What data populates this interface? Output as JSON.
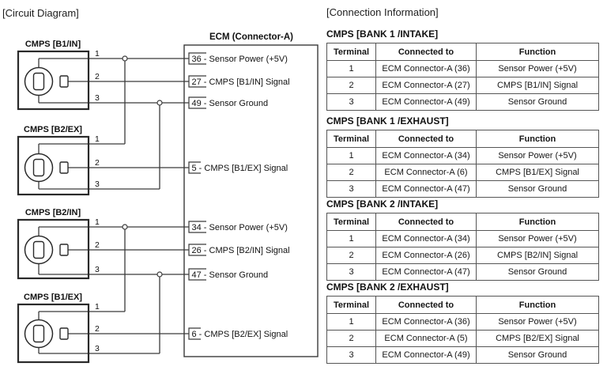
{
  "circuit_diagram": {
    "title": "[Circuit Diagram]",
    "ecm_title": "ECM (Connector-A)",
    "ecm_pins": {
      "p36": "36 - Sensor Power (+5V)",
      "p27": "27 - CMPS [B1/IN] Signal",
      "p49": "49 - Sensor Ground",
      "p5": "5 - CMPS [B1/EX] Signal",
      "p34": "34 - Sensor Power (+5V)",
      "p26": "26 - CMPS [B2/IN] Signal",
      "p47": "47 - Sensor Ground",
      "p6": "6 - CMPS [B2/EX] Signal"
    },
    "connectors": [
      {
        "label": "CMPS [B1/IN]",
        "pins": [
          "1",
          "2",
          "3"
        ]
      },
      {
        "label": "CMPS [B2/EX]",
        "pins": [
          "1",
          "2",
          "3"
        ]
      },
      {
        "label": "CMPS [B2/IN]",
        "pins": [
          "1",
          "2",
          "3"
        ]
      },
      {
        "label": "CMPS [B1/EX]",
        "pins": [
          "1",
          "2",
          "3"
        ]
      }
    ],
    "colors": {
      "line": "#3a3a3a",
      "text": "#111111",
      "background": "#ffffff"
    }
  },
  "connection_information": {
    "title": "[Connection Information]",
    "sections": [
      {
        "heading": "CMPS [BANK 1 /INTAKE]",
        "columns": [
          "Terminal",
          "Connected to",
          "Function"
        ],
        "rows": [
          [
            "1",
            "ECM Connector-A (36)",
            "Sensor Power (+5V)"
          ],
          [
            "2",
            "ECM Connector-A (27)",
            "CMPS [B1/IN] Signal"
          ],
          [
            "3",
            "ECM Connector-A (49)",
            "Sensor Ground"
          ]
        ]
      },
      {
        "heading": "CMPS [BANK 1 /EXHAUST]",
        "columns": [
          "Terminal",
          "Connected to",
          "Function"
        ],
        "rows": [
          [
            "1",
            "ECM Connector-A (34)",
            "Sensor Power (+5V)"
          ],
          [
            "2",
            "ECM Connector-A (6)",
            "CMPS [B1/EX] Signal"
          ],
          [
            "3",
            "ECM Connector-A (47)",
            "Sensor Ground"
          ]
        ]
      },
      {
        "heading": "CMPS [BANK 2 /INTAKE]",
        "columns": [
          "Terminal",
          "Connected to",
          "Function"
        ],
        "rows": [
          [
            "1",
            "ECM Connector-A (34)",
            "Sensor Power (+5V)"
          ],
          [
            "2",
            "ECM Connector-A (26)",
            "CMPS [B2/IN] Signal"
          ],
          [
            "3",
            "ECM Connector-A (47)",
            "Sensor Ground"
          ]
        ]
      },
      {
        "heading": "CMPS [BANK 2 /EXHAUST]",
        "columns": [
          "Terminal",
          "Connected to",
          "Function"
        ],
        "rows": [
          [
            "1",
            "ECM Connector-A (36)",
            "Sensor Power (+5V)"
          ],
          [
            "2",
            "ECM Connector-A (5)",
            "CMPS [B2/EX] Signal"
          ],
          [
            "3",
            "ECM Connector-A (49)",
            "Sensor Ground"
          ]
        ]
      }
    ]
  }
}
